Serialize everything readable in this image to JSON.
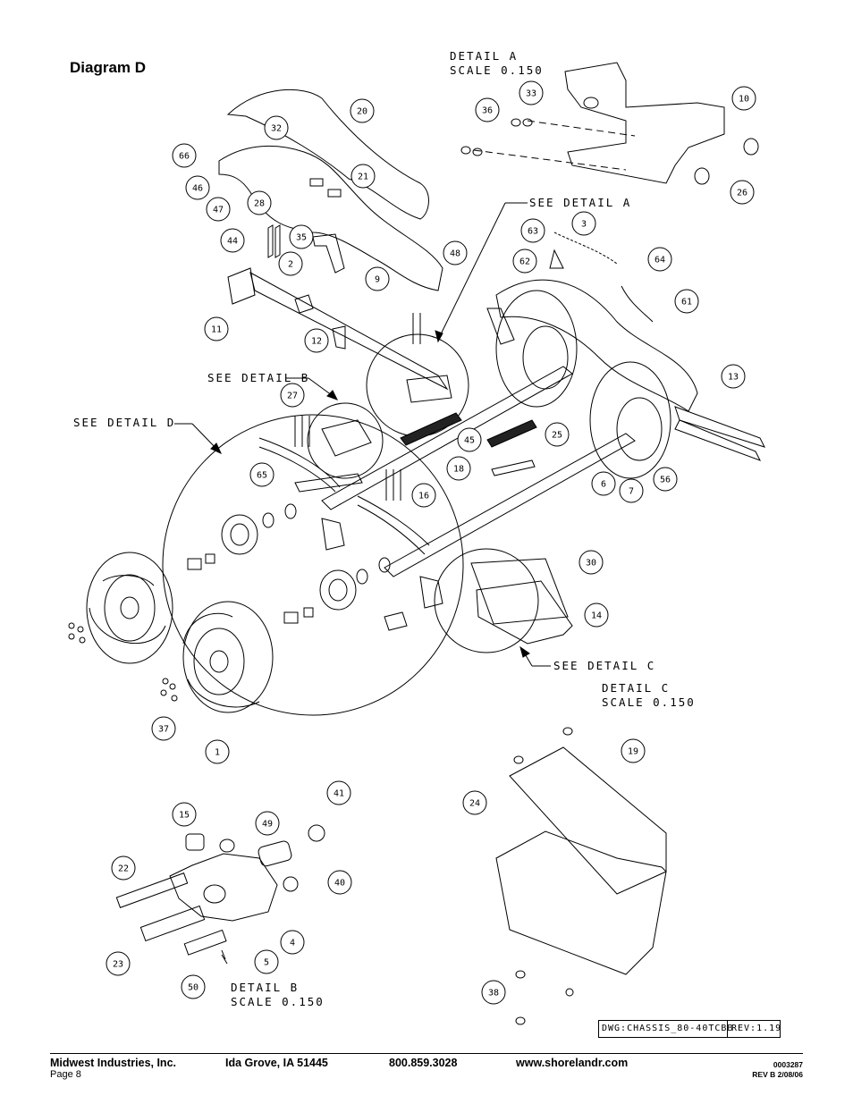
{
  "title": "Diagram D",
  "detail_labels": {
    "detail_a_heading": "DETAIL  A",
    "detail_a_scale": "SCALE  0.150",
    "see_detail_a": "SEE DETAIL  A",
    "see_detail_b": "SEE DETAIL  B",
    "see_detail_c": "SEE DETAIL  C",
    "see_detail_d": "SEE DETAIL  D",
    "detail_c_heading": "DETAIL  C",
    "detail_c_scale": "SCALE  0.150",
    "detail_b_heading": "DETAIL  B",
    "detail_b_scale": "SCALE  0.150"
  },
  "callouts": [
    "20",
    "32",
    "21",
    "66",
    "46",
    "47",
    "28",
    "35",
    "2",
    "48",
    "9",
    "44",
    "11",
    "12",
    "36",
    "33",
    "10",
    "26",
    "3",
    "63",
    "62",
    "64",
    "61",
    "13",
    "27",
    "65",
    "16",
    "45",
    "25",
    "18",
    "6",
    "7",
    "56",
    "30",
    "14",
    "37",
    "1",
    "19",
    "24",
    "38",
    "41",
    "15",
    "49",
    "22",
    "40",
    "4",
    "23",
    "5",
    "50"
  ],
  "drawing_ref": {
    "name": "DWG:CHASSIS_80-40TCBB",
    "rev": "REV:1.19"
  },
  "footer": {
    "company": "Midwest Industries, Inc.",
    "city": "Ida Grove, IA  51445",
    "phone": "800.859.3028",
    "web": "www.shorelandr.com",
    "page": "Page 8",
    "doc_number": "0003287",
    "doc_rev": "REV  B  2/08/06"
  }
}
